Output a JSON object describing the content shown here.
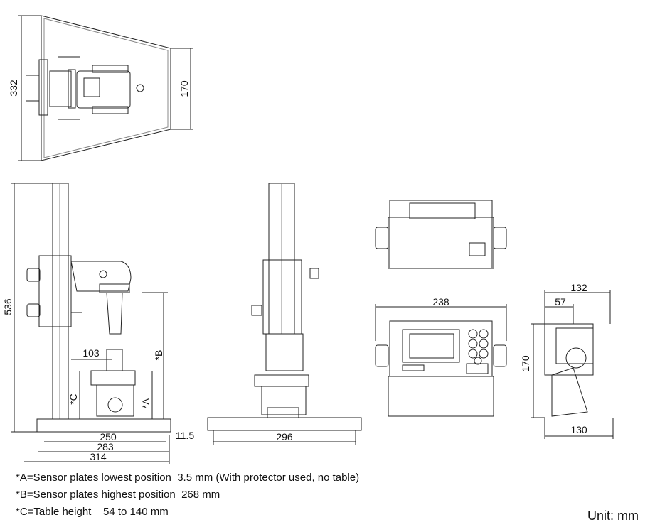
{
  "dimensions": {
    "top_depth": "332",
    "top_width": "170",
    "height": "536",
    "d103": "103",
    "b": "*B",
    "c": "*C",
    "a": "*A",
    "d250": "250",
    "d283": "283",
    "d314": "314",
    "d11_5": "11.5",
    "d296": "296",
    "d238": "238",
    "d132": "132",
    "d57": "57",
    "d170": "170",
    "d130": "130"
  },
  "notes": {
    "a": "*A=Sensor plates lowest position  3.5 mm (With protector used, no table)",
    "b": "*B=Sensor plates highest position  268 mm",
    "c": "*C=Table height    54 to 140 mm"
  },
  "unit_label": "Unit: mm",
  "indicator_display": {
    "keypad_buttons": 7
  }
}
